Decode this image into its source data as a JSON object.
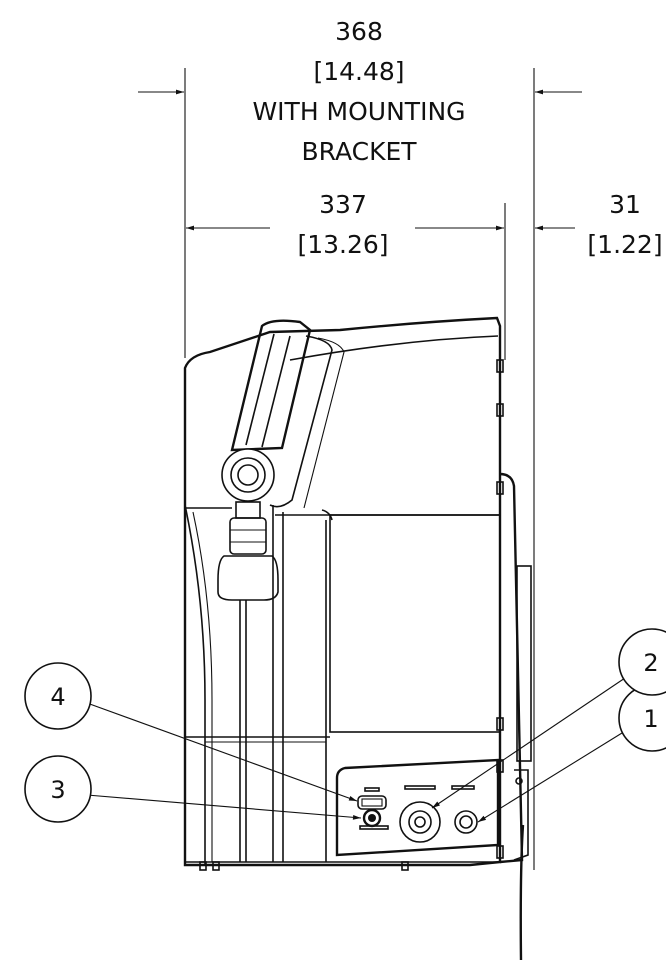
{
  "dimensions": {
    "overall": {
      "mm": "368",
      "inch": "[14.48]",
      "note_line1": "WITH MOUNTING",
      "note_line2": "BRACKET"
    },
    "body": {
      "mm": "337",
      "inch": "[13.26]"
    },
    "bracket": {
      "mm": "31",
      "inch": "[1.22]"
    }
  },
  "callouts": [
    {
      "number": "1"
    },
    {
      "number": "2"
    },
    {
      "number": "3"
    },
    {
      "number": "4"
    }
  ]
}
